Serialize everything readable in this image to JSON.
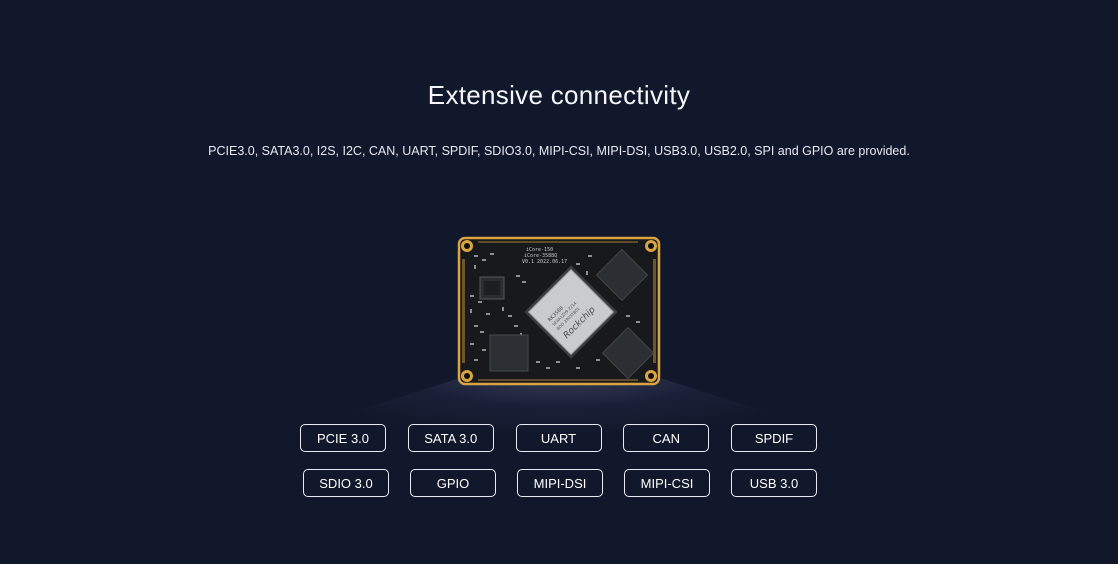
{
  "header": {
    "title": "Extensive connectivity",
    "description": "PCIE3.0, SATA3.0, I2S, I2C, CAN, UART, SPDIF, SDIO3.0, MIPI-CSI, MIPI-DSI, USB3.0, USB2.0, SPI and GPIO are provided."
  },
  "board": {
    "silkscreen_1": "iCore-150",
    "silkscreen_2": "iCore-3588Q",
    "silkscreen_3": "V0.1 2022.06.17",
    "soc_brand": "Rockchip",
    "soc_model": "RK3588",
    "soc_code": "SE4A1Z09 2214",
    "soc_grade": "BDD 39032801",
    "board_color": "#16181b",
    "pad_color": "#d9a441"
  },
  "interfaces": {
    "row1": [
      "PCIE 3.0",
      "SATA 3.0",
      "UART",
      "CAN",
      "SPDIF"
    ],
    "row2": [
      "SDIO 3.0",
      "GPIO",
      "MIPI-DSI",
      "MIPI-CSI",
      "USB 3.0"
    ]
  }
}
